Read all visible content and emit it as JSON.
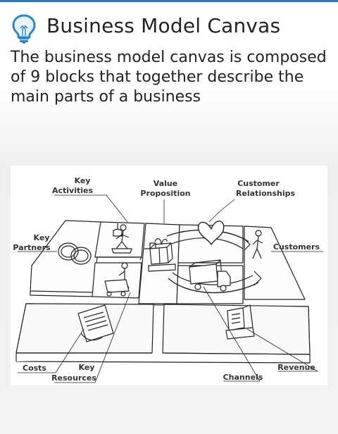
{
  "header": {
    "icon": "lightbulb-icon",
    "title": "Business Model Canvas"
  },
  "description": "The business model canvas is composed of 9 blocks that together describe the main parts of a business",
  "canvas": {
    "labels": {
      "key_activities_1": "Key",
      "key_activities_2": "Activities",
      "value_proposition_1": "Value",
      "value_proposition_2": "Proposition",
      "customer_relationships_1": "Customer",
      "customer_relationships_2": "Relationships",
      "key_partners_1": "Key",
      "key_partners_2": "Partners",
      "customers": "Customers",
      "costs": "Costs",
      "key_resources_1": "Key",
      "key_resources_2": "Resources",
      "channels": "Channels",
      "revenue": "Revenue"
    }
  },
  "colors": {
    "accent": "#1f7bc2"
  }
}
